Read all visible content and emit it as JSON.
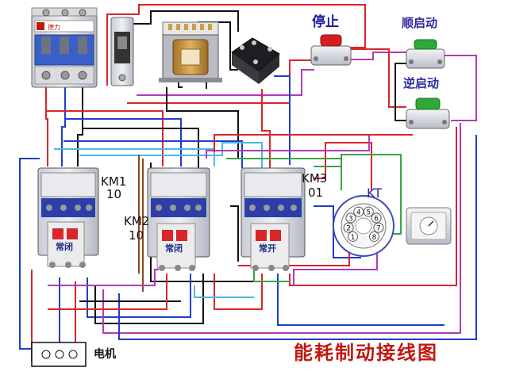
{
  "title": "能耗制动接线图",
  "motor_label": "电机",
  "buttons": {
    "stop": "停止",
    "forward_start": "顺启动",
    "reverse_start": "逆启动"
  },
  "timer_label": "KT",
  "contactors": [
    {
      "name": "KM1",
      "code": "10",
      "aux": "常闭"
    },
    {
      "name": "KM2",
      "code": "10",
      "aux": "常闭"
    },
    {
      "name": "KM3",
      "code": "01",
      "aux": "常开"
    }
  ],
  "timer_socket_pins": [
    "1",
    "2",
    "3",
    "4",
    "5",
    "6",
    "7",
    "8"
  ],
  "breaker_brand": "德力",
  "colors": {
    "wire_red": "#d8262a",
    "wire_blue": "#1d3fc4",
    "wire_black": "#111111",
    "wire_purple": "#b23ab8",
    "wire_lightblue": "#4fb6e8",
    "wire_green": "#3aa346",
    "wire_brown": "#8a4a22",
    "stop_button": "#d21f1f",
    "start_button": "#2fa83a",
    "title_red": "#c0180f"
  }
}
